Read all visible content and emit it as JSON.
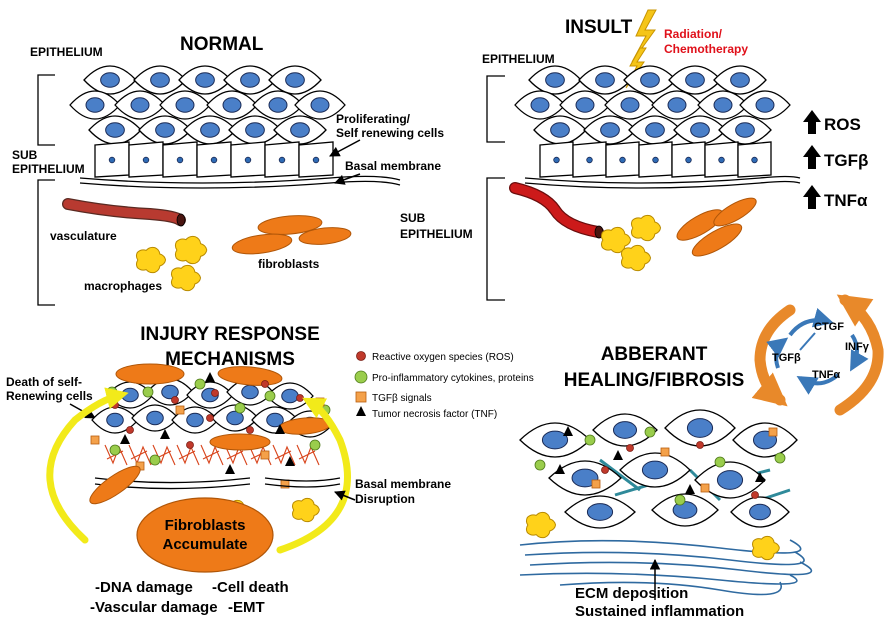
{
  "panels": {
    "normal": {
      "title": "NORMAL",
      "epithelium": "EPITHELIUM",
      "sub_epithelium": [
        "SUB",
        "EPITHELIUM"
      ],
      "proliferating": [
        "Proliferating/",
        "Self renewing cells"
      ],
      "basal_membrane": "Basal membrane",
      "vasculature": "vasculature",
      "fibroblasts": "fibroblasts",
      "macrophages": "macrophages"
    },
    "insult": {
      "title": "INSULT",
      "epithelium": "EPITHELIUM",
      "sub_epithelium": [
        "SUB",
        "EPITHELIUM"
      ],
      "cause": [
        "Radiation/",
        "Chemotherapy"
      ],
      "upregulated": [
        "ROS",
        "TGFβ",
        "TNFα"
      ]
    },
    "injury": {
      "title": [
        "INJURY RESPONSE",
        "MECHANISMS"
      ],
      "death_label": [
        "Death of self-",
        "Renewing cells"
      ],
      "basal_disruption": [
        "Basal membrane",
        "Disruption"
      ],
      "fibroblasts_accumulate": [
        "Fibroblasts",
        "Accumulate"
      ],
      "outcomes": [
        "-DNA damage",
        "-Cell death",
        "-Vascular damage",
        "-EMT"
      ],
      "legend": [
        {
          "label": "Reactive oxygen species (ROS)",
          "icon": "red-dot",
          "color": "#c0392b"
        },
        {
          "label": "Pro-inflammatory cytokines, proteins",
          "icon": "green-dot",
          "color": "#9acd4c"
        },
        {
          "label": "TGFβ signals",
          "icon": "orange-square",
          "color": "#f4a14a"
        },
        {
          "label": "Tumor necrosis factor (TNF)",
          "icon": "black-triangle",
          "color": "#000000"
        }
      ]
    },
    "fibrosis": {
      "title": [
        "ABBERANT",
        "HEALING/FIBROSIS"
      ],
      "cycle": [
        "CTGF",
        "TGFβ",
        "INFγ",
        "TNFα"
      ],
      "ecm_label": [
        "ECM deposition",
        "Sustained inflammation"
      ]
    }
  },
  "colors": {
    "nucleus": "#4a7fc8",
    "fibroblast": "#ee7a18",
    "macrophage": "#ffd21a",
    "vessel": "#b83a30",
    "vessel_insult": "#cc1a1a",
    "radiation_text": "#e0101a",
    "bolt": "#f5c518",
    "yellow_arrow": "#f2ea1a",
    "cycle_orange": "#e8892a",
    "cycle_blue": "#3a78b8",
    "ecm": "#2f6aa0"
  }
}
